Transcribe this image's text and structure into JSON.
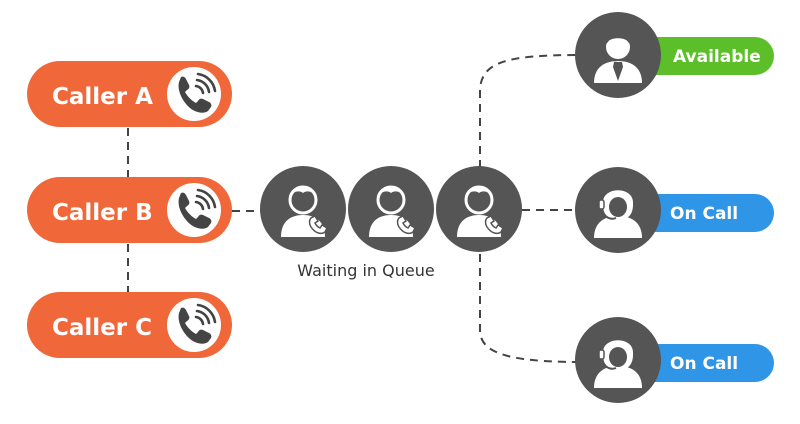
{
  "callers": [
    {
      "label": "Caller A"
    },
    {
      "label": "Caller B"
    },
    {
      "label": "Caller C"
    }
  ],
  "queue": {
    "label": "Waiting in Queue"
  },
  "agents": [
    {
      "status": "Available",
      "status_color": "#5cbf2a"
    },
    {
      "status": "On Call",
      "status_color": "#2f95e6"
    },
    {
      "status": "On Call",
      "status_color": "#2f95e6"
    }
  ],
  "colors": {
    "caller_orange": "#f0683a",
    "circle_dark": "#555555",
    "connector": "#444444"
  },
  "icons": {
    "caller": "phone-ringing-icon",
    "queue": "person-with-phone-icon",
    "agent_available": "male-agent-headset-icon",
    "agent_on_call": "female-agent-headset-icon"
  }
}
